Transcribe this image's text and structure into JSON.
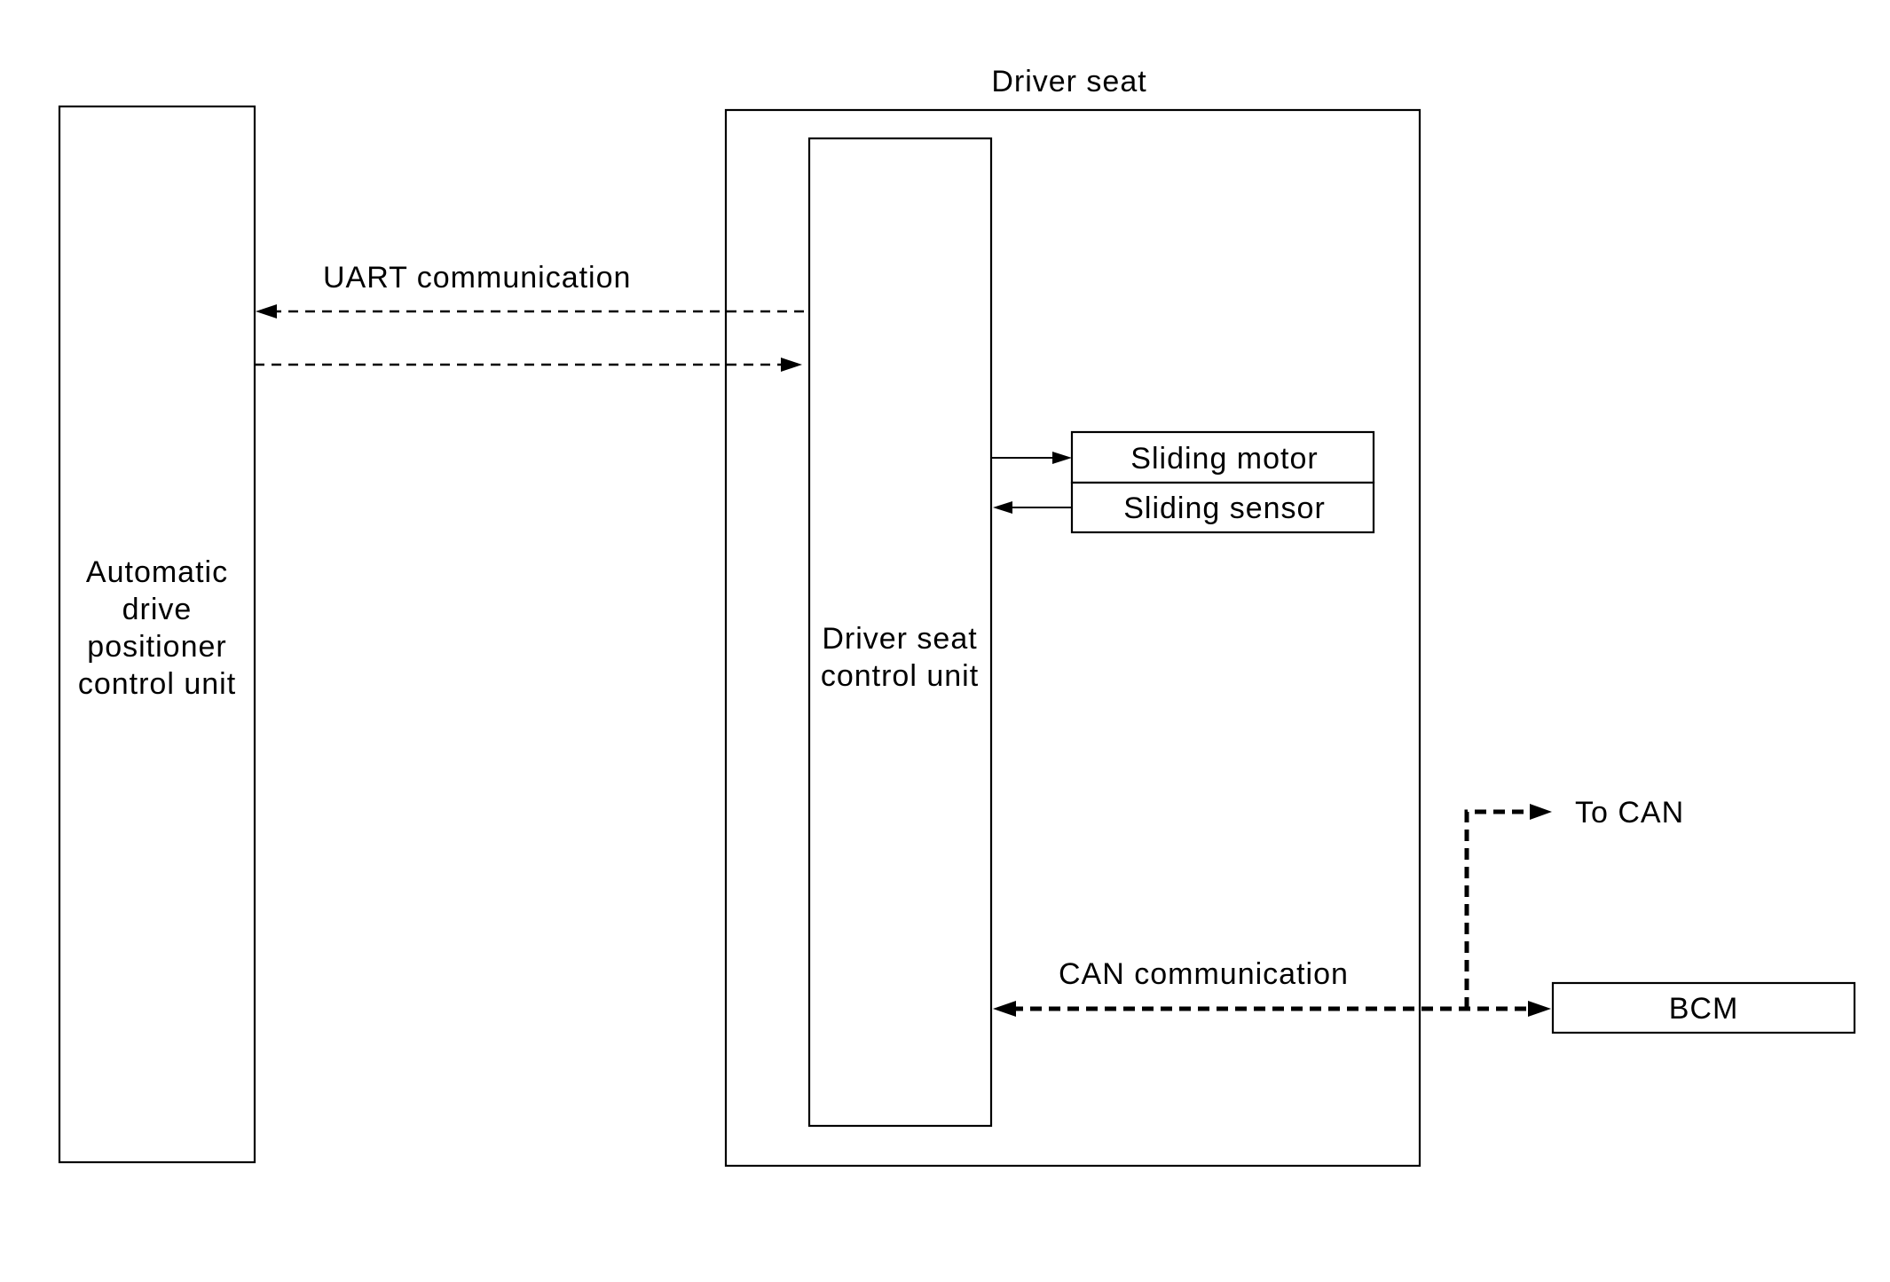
{
  "diagram": {
    "driver_seat_title": "Driver seat",
    "adp_unit": [
      "Automatic",
      "drive",
      "positioner",
      "control unit"
    ],
    "seat_unit": [
      "Driver seat",
      "control unit"
    ],
    "uart_label": "UART communication",
    "sliding_motor": "Sliding motor",
    "sliding_sensor": "Sliding sensor",
    "to_can": "To CAN",
    "can_label": "CAN communication",
    "bcm": "BCM"
  }
}
